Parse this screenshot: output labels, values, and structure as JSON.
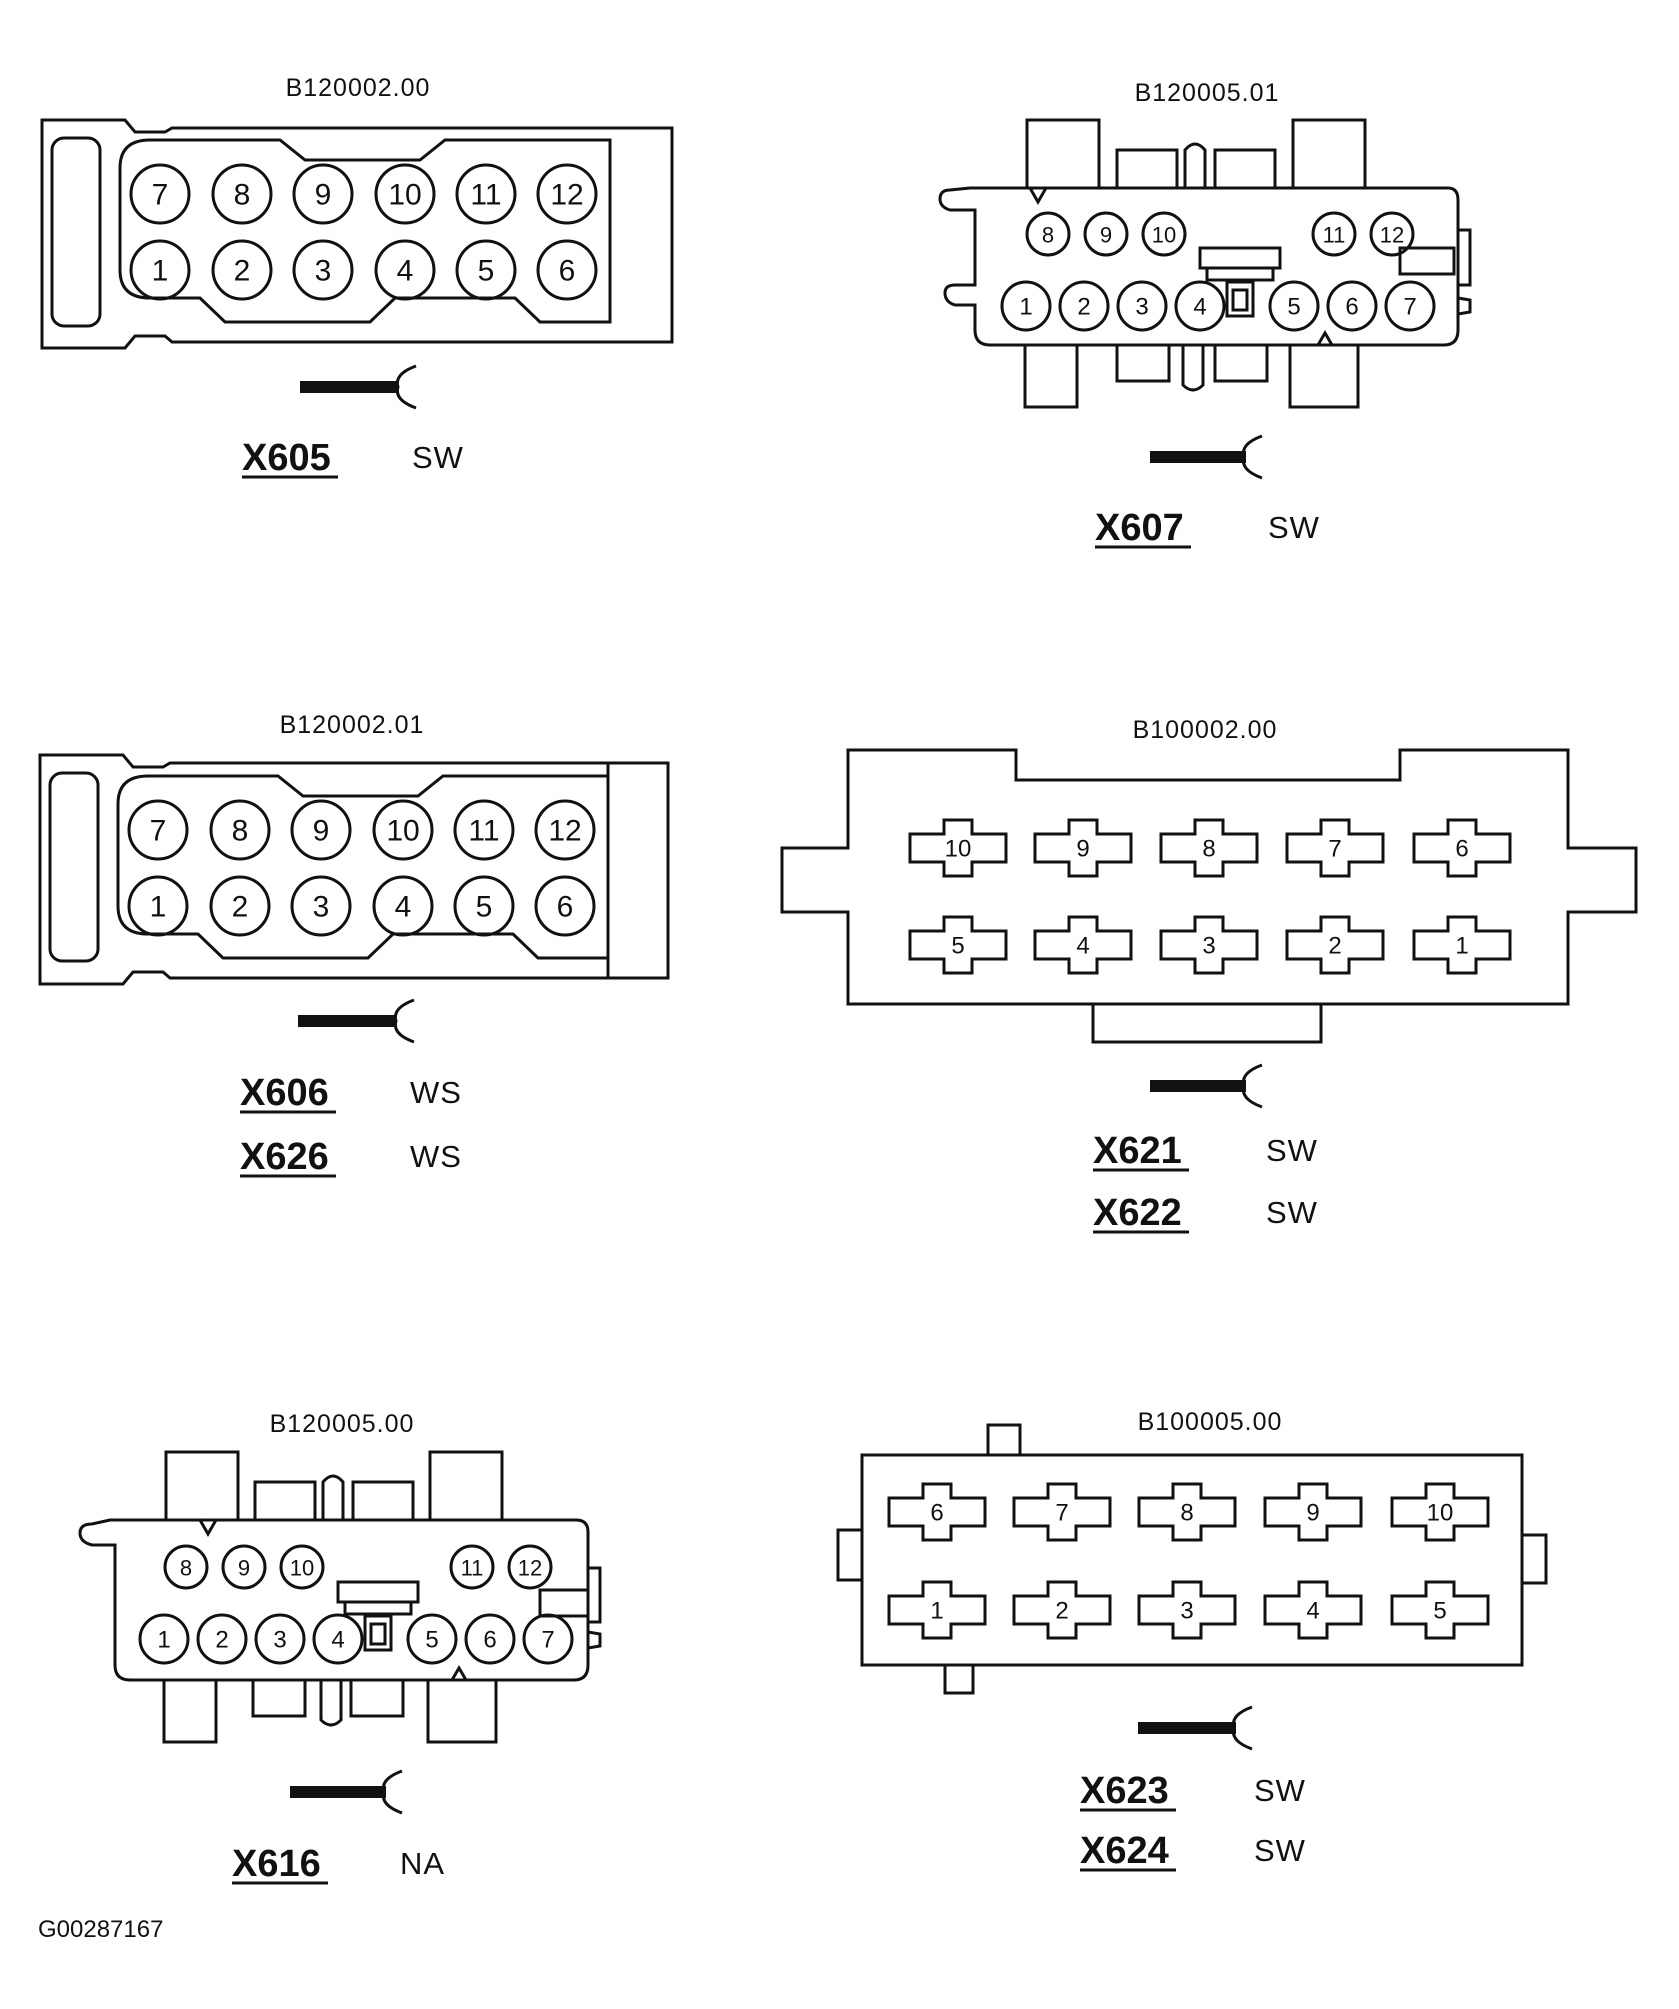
{
  "connectors": {
    "x605": {
      "code": "B120002.00",
      "pins_top": [
        "7",
        "8",
        "9",
        "10",
        "11",
        "12"
      ],
      "pins_bottom": [
        "1",
        "2",
        "3",
        "4",
        "5",
        "6"
      ],
      "designations": [
        {
          "label": "X605",
          "color": "SW"
        }
      ]
    },
    "x607": {
      "code": "B120005.01",
      "pins_top_left": [
        "8",
        "9",
        "10"
      ],
      "pins_top_right": [
        "11",
        "12"
      ],
      "pins_bottom_left": [
        "1",
        "2",
        "3",
        "4"
      ],
      "pins_bottom_right": [
        "5",
        "6",
        "7"
      ],
      "designations": [
        {
          "label": "X607",
          "color": "SW"
        }
      ]
    },
    "x606": {
      "code": "B120002.01",
      "pins_top": [
        "7",
        "8",
        "9",
        "10",
        "11",
        "12"
      ],
      "pins_bottom": [
        "1",
        "2",
        "3",
        "4",
        "5",
        "6"
      ],
      "designations": [
        {
          "label": "X606",
          "color": "WS"
        },
        {
          "label": "X626",
          "color": "WS"
        }
      ]
    },
    "x621": {
      "code": "B100002.00",
      "pins_top": [
        "10",
        "9",
        "8",
        "7",
        "6"
      ],
      "pins_bottom": [
        "5",
        "4",
        "3",
        "2",
        "1"
      ],
      "designations": [
        {
          "label": "X621",
          "color": "SW"
        },
        {
          "label": "X622",
          "color": "SW"
        }
      ]
    },
    "x616": {
      "code": "B120005.00",
      "pins_top_left": [
        "8",
        "9",
        "10"
      ],
      "pins_top_right": [
        "11",
        "12"
      ],
      "pins_bottom_left": [
        "1",
        "2",
        "3",
        "4"
      ],
      "pins_bottom_right": [
        "5",
        "6",
        "7"
      ],
      "designations": [
        {
          "label": "X616",
          "color": "NA"
        }
      ]
    },
    "x623": {
      "code": "B100005.00",
      "pins_top": [
        "6",
        "7",
        "8",
        "9",
        "10"
      ],
      "pins_bottom": [
        "1",
        "2",
        "3",
        "4",
        "5"
      ],
      "designations": [
        {
          "label": "X623",
          "color": "SW"
        },
        {
          "label": "X624",
          "color": "SW"
        }
      ]
    }
  },
  "figure_id": "G00287167"
}
